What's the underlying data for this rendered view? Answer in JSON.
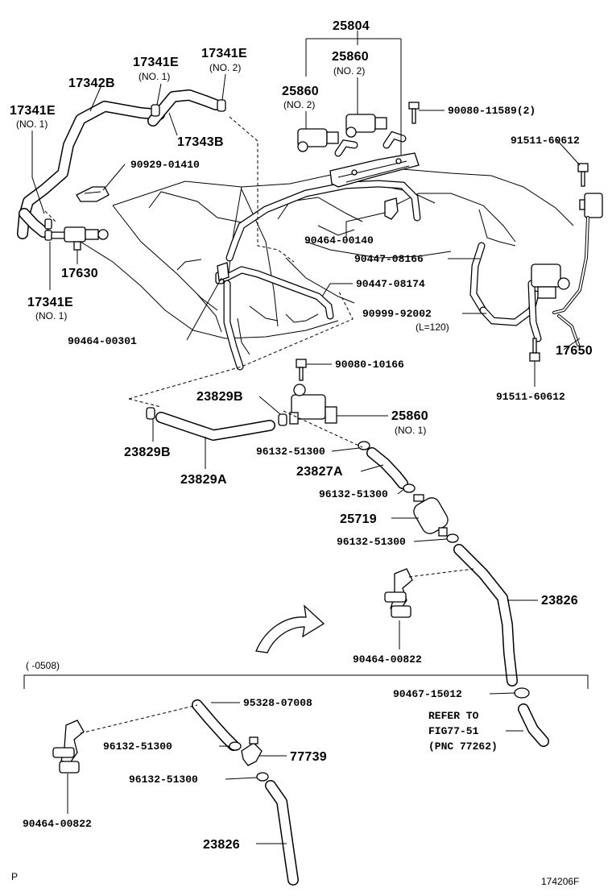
{
  "labels": {
    "p25804": "25804",
    "p25860_no2_top": "25860",
    "p25860_no2_top_sub": "(NO. 2)",
    "p25860_no2_left": "25860",
    "p25860_no2_left_sub": "(NO. 2)",
    "p17341E_no1_top": "17341E",
    "p17341E_no1_top_sub": "(NO. 1)",
    "p17341E_no2": "17341E",
    "p17341E_no2_sub": "(NO. 2)",
    "p17342B": "17342B",
    "p17341E_no1_left": "17341E",
    "p17341E_no1_left_sub": "(NO. 1)",
    "p17343B": "17343B",
    "p90929": "90929-01410",
    "p90080_11589": "90080-11589(2)",
    "p91511_top": "91511-60612",
    "p90464_00140": "90464-00140",
    "p17630": "17630",
    "p17341E_bottom": "17341E",
    "p17341E_bottom_sub": "(NO. 1)",
    "p90447_08166": "90447-08166",
    "p90447_08174": "90447-08174",
    "p90999": "90999-92002",
    "p90999_sub": "(L=120)",
    "p90464_00301": "90464-00301",
    "p17650": "17650",
    "p90080_10166": "90080-10166",
    "p91511_bottom": "91511-60612",
    "p23829B_top": "23829B",
    "p25860_no1": "25860",
    "p25860_no1_sub": "(NO. 1)",
    "p23829B_left": "23829B",
    "p96132_a": "96132-51300",
    "p23829A": "23829A",
    "p23827A": "23827A",
    "p96132_b": "96132-51300",
    "p25719": "25719",
    "p96132_c": "96132-51300",
    "p23826_main": "23826",
    "p90464_00822_main": "90464-00822",
    "p90467": "90467-15012",
    "refer_line1": "REFER TO",
    "refer_line2": "FIG77-51",
    "refer_line3": "(PNC 77262)",
    "range_note": "(      -0508)",
    "p95328": "95328-07008",
    "p96132_d": "96132-51300",
    "p77739": "77739",
    "p96132_e": "96132-51300",
    "p90464_00822_inset": "90464-00822",
    "p23826_inset": "23826",
    "corner_p": "P",
    "figure_code": "174206F"
  }
}
